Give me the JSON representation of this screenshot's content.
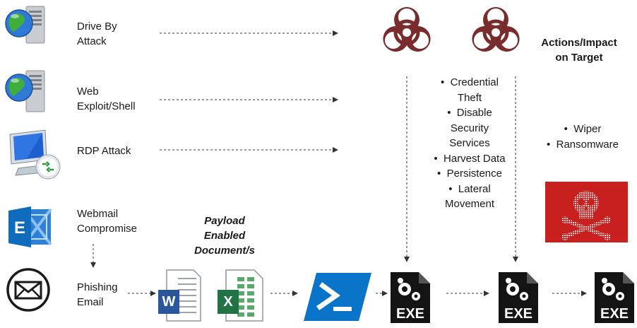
{
  "sources": [
    {
      "label": "Drive By Attack",
      "line1": "Drive By",
      "line2": "Attack",
      "icon": "globe-server-icon"
    },
    {
      "label": "Web Exploit/Shell",
      "line1": "Web",
      "line2": "Exploit/Shell",
      "icon": "globe-server-icon"
    },
    {
      "label": "RDP Attack",
      "line1": "RDP Attack",
      "line2": "",
      "icon": "remote-desktop-icon"
    },
    {
      "label": "Webmail Compromise",
      "line1": "Webmail",
      "line2": "Compromise",
      "icon": "exchange-icon"
    },
    {
      "label": "Phishing Email",
      "line1": "Phishing",
      "line2": "Email",
      "icon": "envelope-icon"
    }
  ],
  "payload": {
    "line1": "Payload",
    "line2": "Enabled",
    "line3": "Document/s"
  },
  "mid_actions": {
    "items": [
      "Credential Theft",
      "Disable Security Services",
      "Harvest Data",
      "Persistence",
      "Lateral Movement"
    ],
    "lines": [
      "Credential",
      "Theft",
      "Disable",
      "Security",
      "Services",
      "Harvest Data",
      "Persistence",
      "Lateral",
      "Movement"
    ]
  },
  "impact": {
    "title_line1": "Actions/Impact",
    "title_line2": "on Target",
    "items": [
      "Wiper",
      "Ransomware"
    ]
  },
  "file_labels": {
    "word": "W",
    "excel": "X",
    "exe": "EXE"
  },
  "colors": {
    "biohazard": "#7a2b2b",
    "word_blue": "#2b579a",
    "excel_green": "#217346",
    "powershell_blue": "#0a74c9",
    "ransom_red": "#c8201f",
    "exchange_blue": "#0f6cbd"
  }
}
